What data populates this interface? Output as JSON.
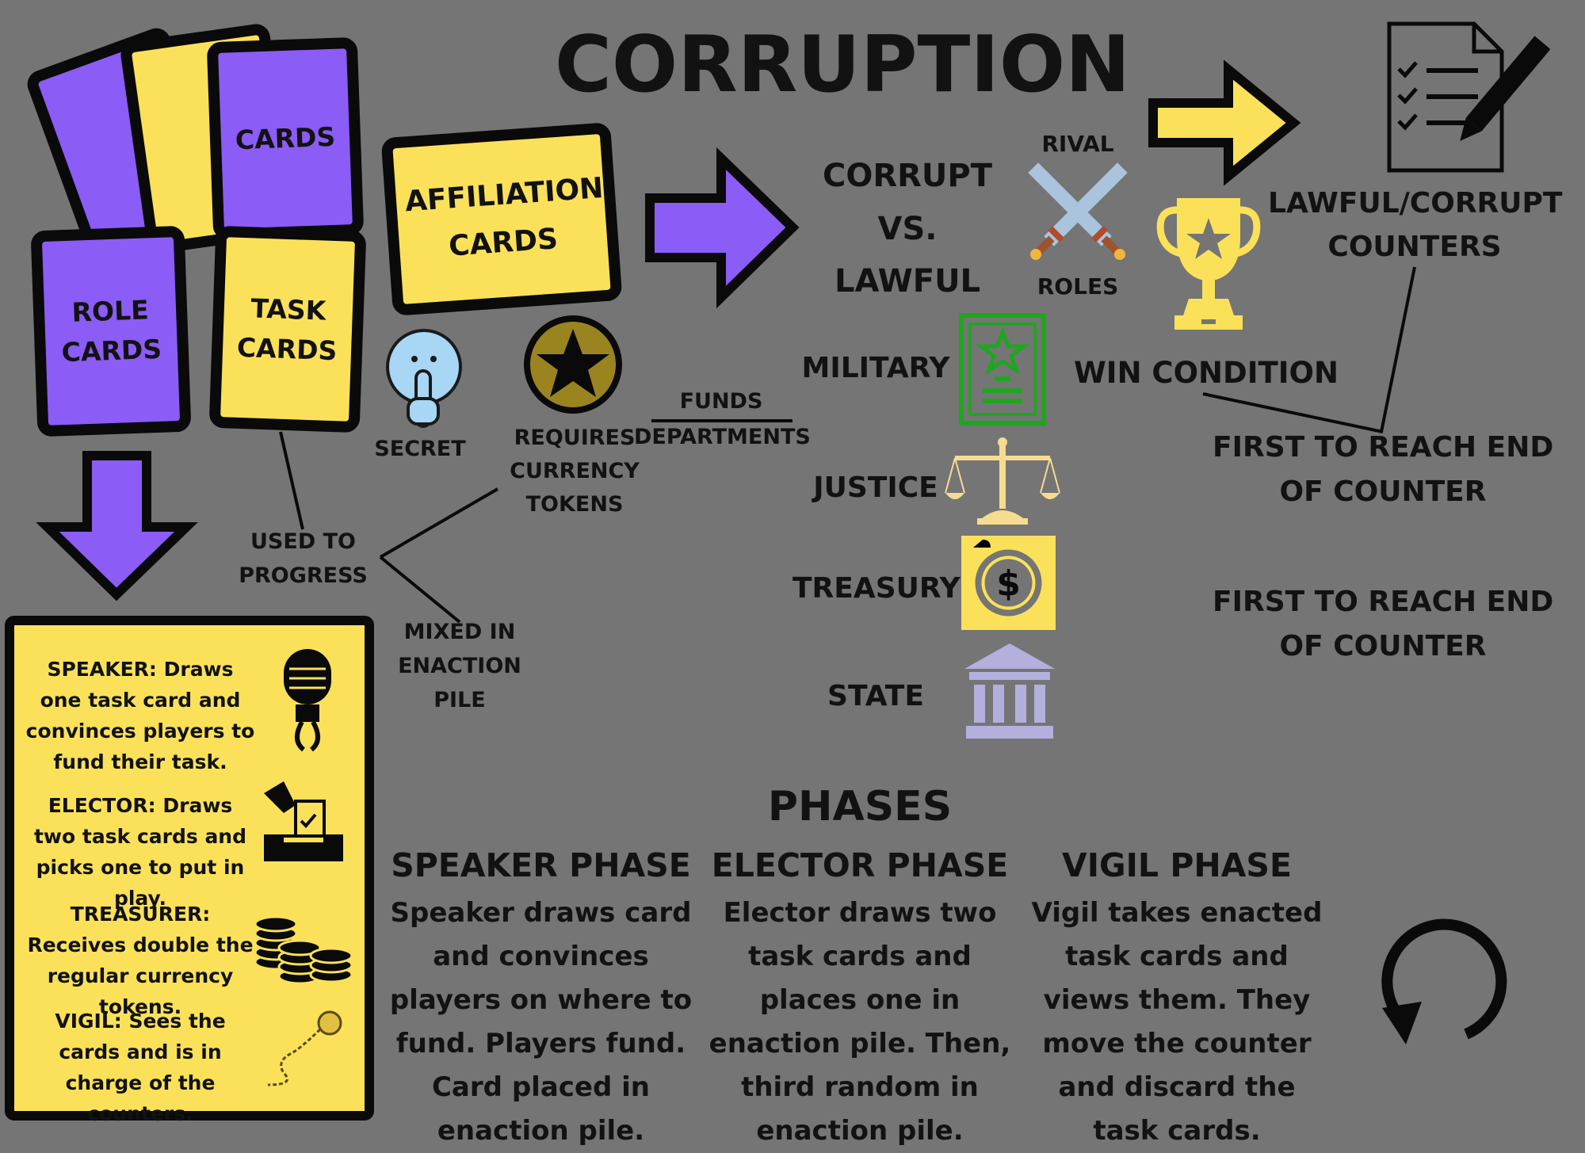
{
  "title": "CORRUPTION",
  "cards": {
    "cards_label": "CARDS",
    "role_label": "ROLE CARDS",
    "task_label": "TASK CARDS",
    "affiliation_label": "AFFILIATION CARDS"
  },
  "labels": {
    "secret": "SECRET",
    "requires_tokens_1": "REQUIRES",
    "requires_tokens_2": "CURRENCY",
    "requires_tokens_3": "TOKENS",
    "funds": "FUNDS",
    "departments": "DEPARTMENTS",
    "used_to_1": "USED TO",
    "used_to_2": "PROGRESS",
    "mixed_1": "MIXED IN",
    "mixed_2": "ENACTION",
    "mixed_3": "PILE"
  },
  "affiliation": {
    "line1": "CORRUPT",
    "line2": "VS.",
    "line3": "LAWFUL",
    "rival": "RIVAL",
    "roles": "ROLES"
  },
  "departments": [
    "MILITARY",
    "JUSTICE",
    "TREASURY",
    "STATE"
  ],
  "win": {
    "counters_1": "LAWFUL/CORRUPT",
    "counters_2": "COUNTERS",
    "win_condition": "WIN CONDITION",
    "first_a_1": "FIRST TO REACH END",
    "first_a_2": "OF COUNTER",
    "first_b_1": "FIRST TO REACH END",
    "first_b_2": "OF COUNTER"
  },
  "roles": [
    {
      "text": "SPEAKER: Draws one task card and convinces players to fund their task.",
      "icon": "microphone-icon"
    },
    {
      "text": "ELECTOR: Draws two task cards and picks one to put in play.",
      "icon": "ballot-box-icon"
    },
    {
      "text": "TREASURER: Receives double the regular currency tokens.",
      "icon": "coins-icon"
    },
    {
      "text": "VIGIL: Sees the cards and is in charge of the counters.",
      "icon": "pocket-watch-icon"
    }
  ],
  "phases": {
    "heading": "PHASES",
    "items": [
      {
        "title": "SPEAKER PHASE",
        "body": "Speaker draws card and convinces players on where to fund. Players fund. Card placed in enaction pile."
      },
      {
        "title": "ELECTOR PHASE",
        "body": "Elector draws two task cards and places one in enaction pile. Then, third random in enaction pile."
      },
      {
        "title": "VIGIL PHASE",
        "body": "Vigil takes enacted task cards and views them. They move the counter and discard the task cards."
      }
    ]
  },
  "colors": {
    "background": "#757575",
    "purple": "#8b5cf6",
    "yellow": "#fbe15a",
    "green": "#1fa61f",
    "lavender": "#b3b0de"
  }
}
